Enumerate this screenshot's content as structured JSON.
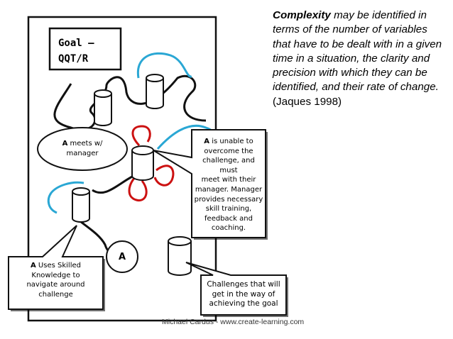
{
  "quote": {
    "bold_term": "Complexity",
    "italic_text": " may be identified in terms of the number of variables that have to be dealt with in a given time in a situation, the clarity and precision with which they can be identified, and their rate of change.",
    "citation": " (Jaques 1998)"
  },
  "goal": {
    "line1": "Goal –",
    "line2": "QQT/R"
  },
  "manager_ellipse": {
    "actor": "A",
    "text_line1": " meets w/",
    "text_line2": "manager"
  },
  "callout_unable": {
    "actor": "A",
    "lines": [
      " is unable to",
      "overcome the",
      "challenge, and must",
      "meet with their",
      "manager. Manager",
      "provides necessary",
      "skill training,",
      "feedback and",
      "coaching."
    ]
  },
  "callout_skilled": {
    "actor": "A",
    "lines": [
      " Uses Skilled",
      "Knowledge to",
      "navigate around",
      "challenge"
    ]
  },
  "callout_challenges": {
    "lines": [
      "Challenges that will",
      "get in the way of",
      "achieving the goal"
    ]
  },
  "actor_circle": "A",
  "credit": "Michael Cardus - www.create-learning.com",
  "colors": {
    "path_black": "#111111",
    "path_blue": "#2aa7d4",
    "path_red": "#cc1111"
  }
}
